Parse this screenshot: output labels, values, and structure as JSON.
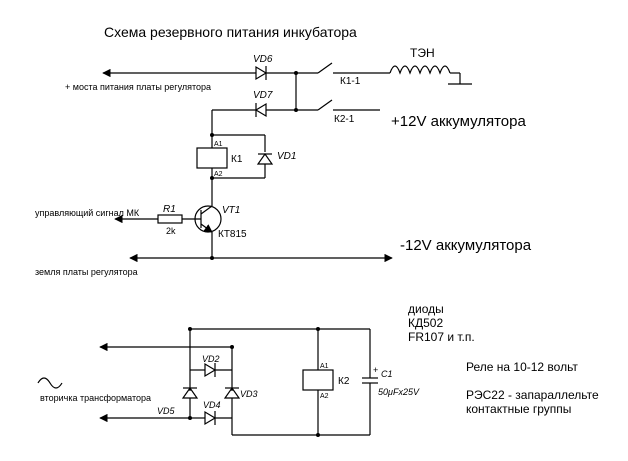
{
  "title": "Схема резервного питания инкубатора",
  "labels": {
    "ten": "ТЭН",
    "vd6": "VD6",
    "vd7": "VD7",
    "k1_1": "К1-1",
    "k2_1": "К2-1",
    "bridge_plus": "+ моста питания платы регулятора",
    "battery_plus": "+12V аккумулятора",
    "battery_minus": "-12V аккумулятора",
    "k1": "К1",
    "vd1": "VD1",
    "pin_a1": "A1",
    "pin_a2": "A2",
    "r1": "R1",
    "r1_value": "2k",
    "vt1": "VT1",
    "vt1_type": "КТ815",
    "control_signal": "управляющий сигнал МК",
    "ground": "земля платы регулятора",
    "diodes_title": "диоды",
    "diodes_type1": "КД502",
    "diodes_type2": "FR107 и т.п.",
    "relay_note": "Реле на 10-12 вольт",
    "res22_note1": "РЭС22 - запараллельте",
    "res22_note2": "контактные группы",
    "vd2": "VD2",
    "vd3": "VD3",
    "vd4": "VD4",
    "vd5": "VD5",
    "k2": "К2",
    "c1": "C1",
    "c1_plus": "+",
    "c1_value": "50μFx25V",
    "transformer": "вторичка трансформатора"
  }
}
